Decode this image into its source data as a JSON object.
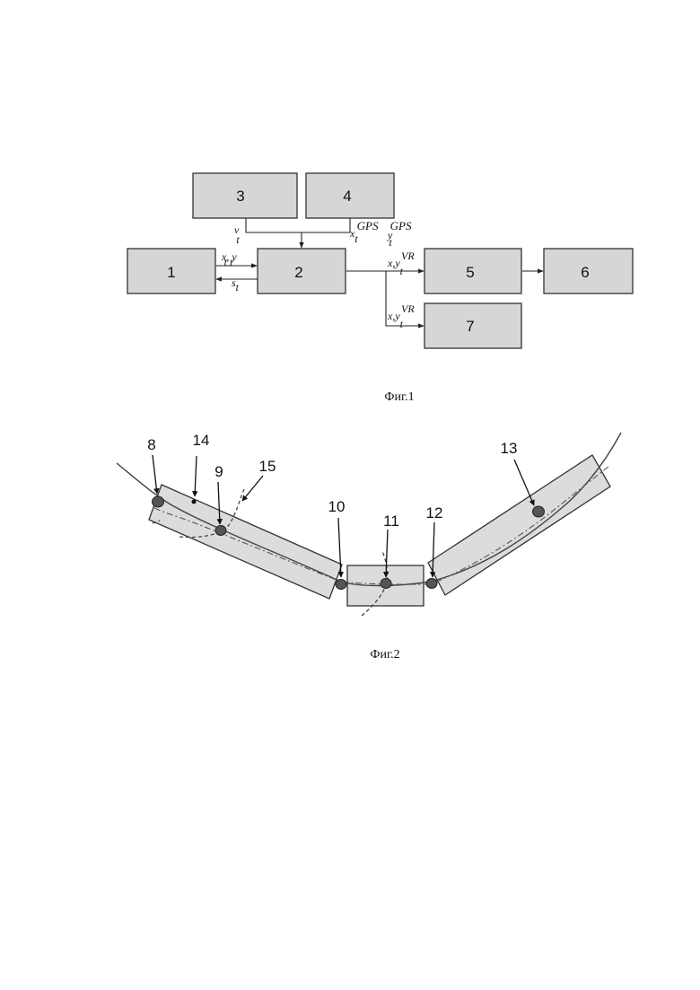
{
  "figure1": {
    "blocks": [
      "1",
      "2",
      "3",
      "4",
      "5",
      "6",
      "7"
    ],
    "signals": {
      "v": "v",
      "v_sub": "t",
      "xgps": "x",
      "xgps_sub": "t",
      "xgps_sup": "GPS",
      "ygps": "y",
      "ygps_sub": "t",
      "ygps_sup": "GPS",
      "xy": "x, y",
      "xy_sub": "t t",
      "s": "s",
      "s_sub": "t",
      "xyvr1": "x,y",
      "xyvr1_sub": "t",
      "xyvr1_sup": "VR",
      "xyvr2": "x,y",
      "xyvr2_sub": "t",
      "xyvr2_sup": "VR"
    },
    "caption": "Фиг.1"
  },
  "figure2": {
    "points": [
      "8",
      "9",
      "10",
      "11",
      "12",
      "13",
      "14",
      "15"
    ],
    "caption": "Фиг.2"
  }
}
